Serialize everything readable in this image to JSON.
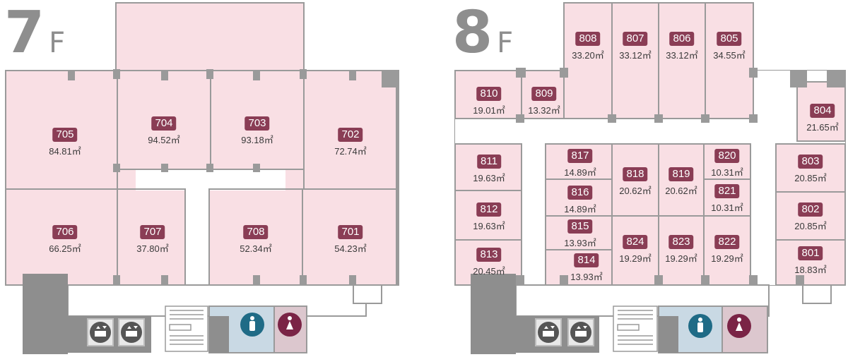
{
  "floor7": {
    "number": "7",
    "suffix": "F",
    "rooms": [
      {
        "id": "705",
        "area": "84.81㎡"
      },
      {
        "id": "704",
        "area": "94.52㎡"
      },
      {
        "id": "703",
        "area": "93.18㎡"
      },
      {
        "id": "702",
        "area": "72.74㎡"
      },
      {
        "id": "706",
        "area": "66.25㎡"
      },
      {
        "id": "707",
        "area": "37.80㎡"
      },
      {
        "id": "708",
        "area": "52.34㎡"
      },
      {
        "id": "701",
        "area": "54.23㎡"
      }
    ]
  },
  "floor8": {
    "number": "8",
    "suffix": "F",
    "rooms": [
      {
        "id": "808",
        "area": "33.20㎡"
      },
      {
        "id": "807",
        "area": "33.12㎡"
      },
      {
        "id": "806",
        "area": "33.12㎡"
      },
      {
        "id": "805",
        "area": "34.55㎡"
      },
      {
        "id": "810",
        "area": "19.01㎡"
      },
      {
        "id": "809",
        "area": "13.32㎡"
      },
      {
        "id": "804",
        "area": "21.65㎡"
      },
      {
        "id": "811",
        "area": "19.63㎡"
      },
      {
        "id": "817",
        "area": "14.89㎡"
      },
      {
        "id": "818",
        "area": "20.62㎡"
      },
      {
        "id": "819",
        "area": "20.62㎡"
      },
      {
        "id": "820",
        "area": "10.31㎡"
      },
      {
        "id": "803",
        "area": "20.85㎡"
      },
      {
        "id": "816",
        "area": "14.89㎡"
      },
      {
        "id": "821",
        "area": "10.31㎡"
      },
      {
        "id": "812",
        "area": "19.63㎡"
      },
      {
        "id": "802",
        "area": "20.85㎡"
      },
      {
        "id": "815",
        "area": "13.93㎡"
      },
      {
        "id": "824",
        "area": "19.29㎡"
      },
      {
        "id": "823",
        "area": "19.29㎡"
      },
      {
        "id": "822",
        "area": "19.29㎡"
      },
      {
        "id": "813",
        "area": "20.45㎡"
      },
      {
        "id": "801",
        "area": "18.83㎡"
      },
      {
        "id": "814",
        "area": "13.93㎡"
      }
    ]
  },
  "icons": {
    "elevator": "elevator-icon",
    "mens_restroom": "mens-restroom-icon",
    "womens_restroom": "womens-restroom-icon",
    "stairs": "stairs-icon"
  },
  "colors": {
    "room_fill": "#f9dfe4",
    "room_label": "#8a3d55",
    "wall": "#9a9a9a",
    "core": "#8e8e8e",
    "mens_area": "#c9d9e4",
    "womens_area": "#dcc7ce",
    "mens_icon": "#1f6b86",
    "womens_icon": "#7a2446",
    "elevator_icon": "#555555"
  }
}
